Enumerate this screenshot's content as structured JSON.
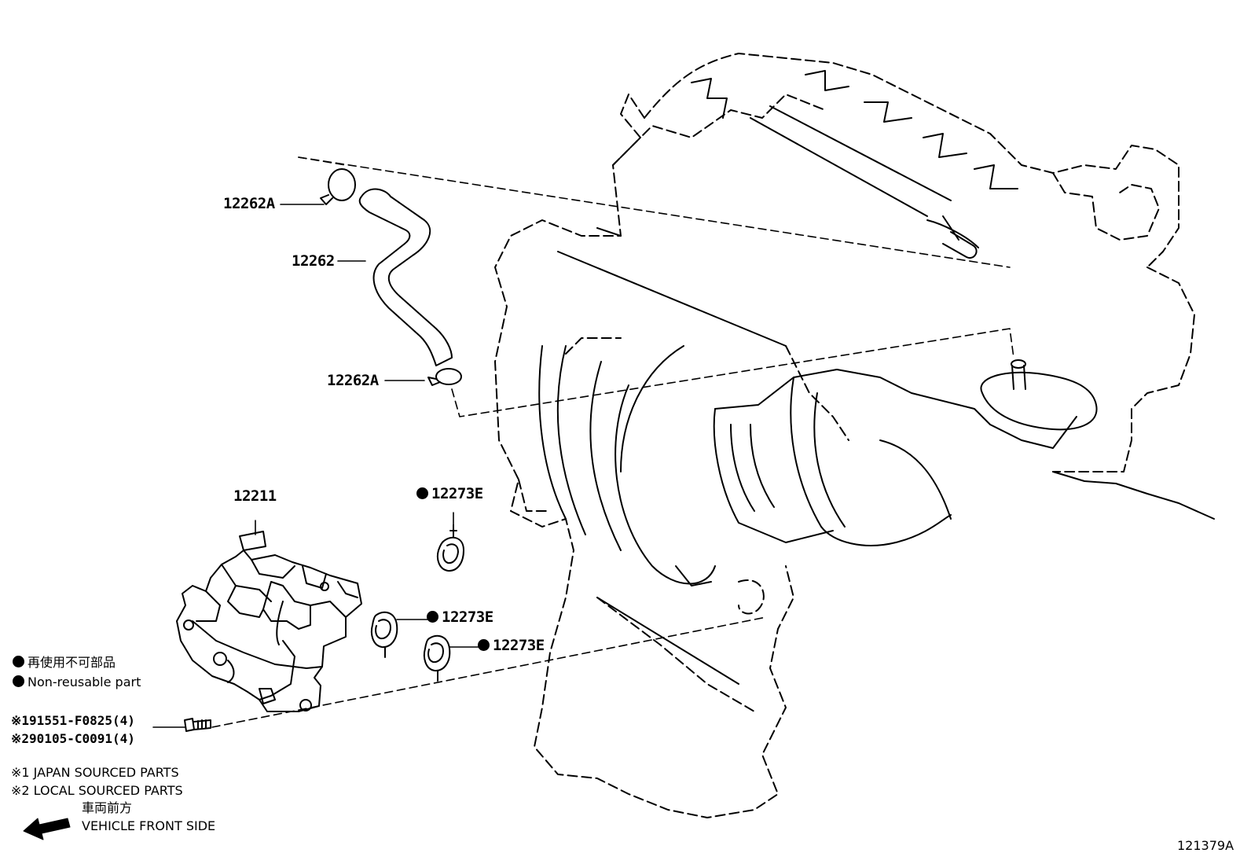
{
  "callouts": {
    "hose_clip_upper": "12262A",
    "hose": "12262",
    "hose_clip_lower": "12262A",
    "separator": "12211",
    "gasket_a": "12273E",
    "gasket_b": "12273E",
    "gasket_c": "12273E"
  },
  "legend": {
    "jp": "再使用不可部品",
    "en": "Non-reusable part"
  },
  "bolts": [
    {
      "mark": "※1",
      "part": "91551-F0825(4)"
    },
    {
      "mark": "※2",
      "part": "90105-C0091(4)"
    }
  ],
  "footnotes": [
    "※1 JAPAN SOURCED PARTS",
    "※2 LOCAL SOURCED PARTS"
  ],
  "direction": {
    "jp": "車両前方",
    "en": "VEHICLE FRONT SIDE"
  },
  "figure_id": "121379A"
}
